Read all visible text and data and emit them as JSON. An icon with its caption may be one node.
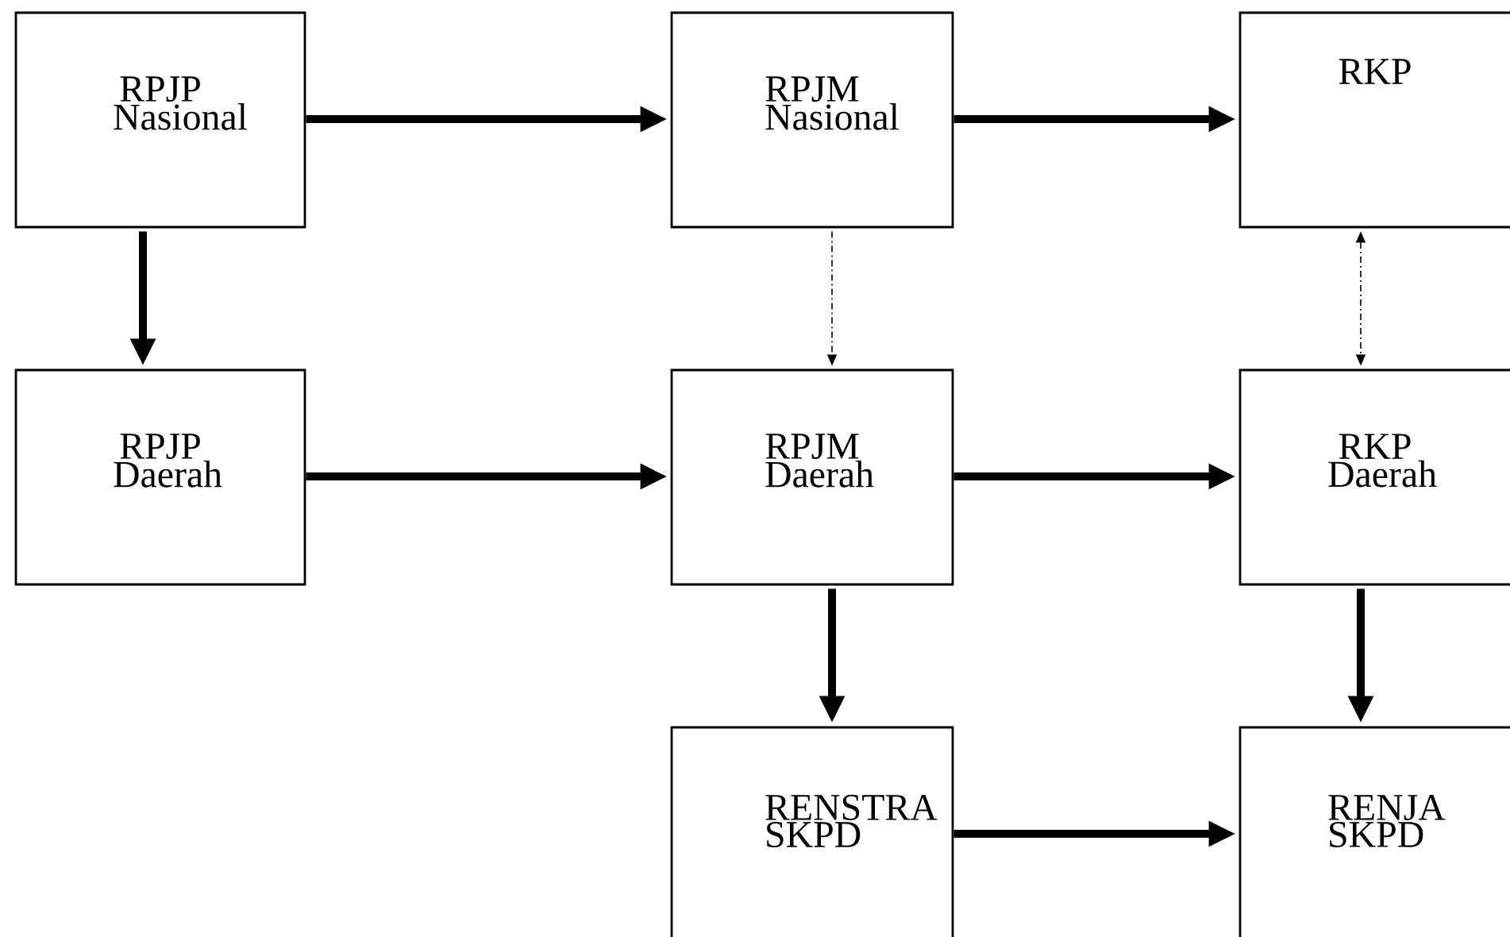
{
  "diagram": {
    "nodes": [
      {
        "text": [
          "RPJP Nasional"
        ]
      },
      {
        "text": [
          "RPJM Nasional"
        ]
      },
      {
        "text": [
          "RKP"
        ]
      },
      {
        "text": [
          "RPJP Daerah"
        ]
      },
      {
        "text": [
          "RPJM Daerah"
        ]
      },
      {
        "text": [
          "RKP Daerah"
        ]
      },
      {
        "text": [
          "RENSTRA SKPD"
        ]
      },
      {
        "text": [
          "RENJA SKPD"
        ]
      }
    ],
    "edges": [
      {
        "from": 0,
        "to": 1,
        "arrow": "to"
      },
      {
        "from": 1,
        "to": 2,
        "arrow": "to"
      },
      {
        "from": 0,
        "to": 3,
        "arrow": "to"
      },
      {
        "from": 1,
        "to": 4,
        "arrow": "to",
        "style": "dashed"
      },
      {
        "from": 2,
        "to": 5,
        "arrow": "both",
        "style": "dashed"
      },
      {
        "from": 3,
        "to": 4,
        "arrow": "to"
      },
      {
        "from": 4,
        "to": 5,
        "arrow": "to"
      },
      {
        "from": 4,
        "to": 6,
        "arrow": "to"
      },
      {
        "from": 5,
        "to": 7,
        "arrow": "to"
      },
      {
        "from": 6,
        "to": 7,
        "arrow": "to"
      }
    ]
  }
}
